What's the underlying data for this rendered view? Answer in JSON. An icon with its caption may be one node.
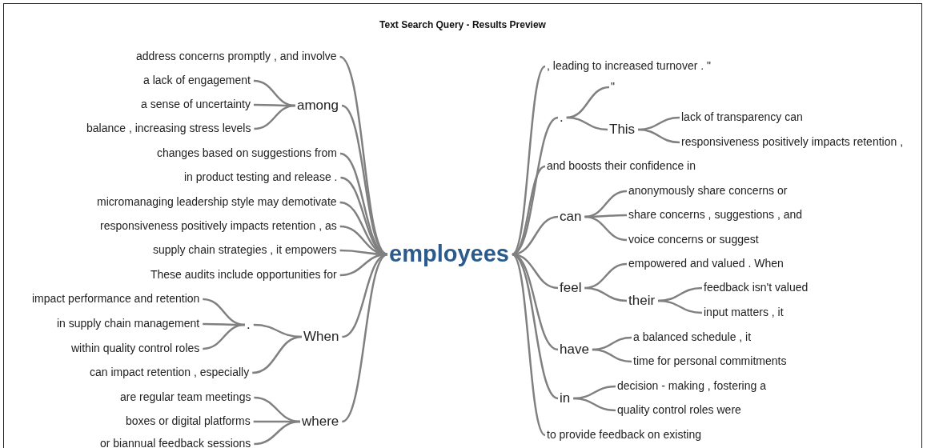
{
  "diagram": {
    "title": "Text Search Query - Results Preview",
    "nodes": [
      {
        "text": [
          "employees"
        ]
      },
      {
        "text": [
          "address concerns promptly , and involve"
        ]
      },
      {
        "text": [
          "among"
        ]
      },
      {
        "text": [
          "a lack of engagement"
        ]
      },
      {
        "text": [
          "a sense of uncertainty"
        ]
      },
      {
        "text": [
          "balance , increasing stress levels"
        ]
      },
      {
        "text": [
          "changes based on suggestions from"
        ]
      },
      {
        "text": [
          "in product testing and release ."
        ]
      },
      {
        "text": [
          "micromanaging leadership style may demotivate"
        ]
      },
      {
        "text": [
          "responsiveness positively impacts retention , as"
        ]
      },
      {
        "text": [
          "supply chain strategies , it empowers"
        ]
      },
      {
        "text": [
          "These audits include opportunities for"
        ]
      },
      {
        "text": [
          "When"
        ]
      },
      {
        "text": [
          "."
        ]
      },
      {
        "text": [
          "impact performance and retention"
        ]
      },
      {
        "text": [
          "in supply chain management"
        ]
      },
      {
        "text": [
          "within quality control roles"
        ]
      },
      {
        "text": [
          "can impact retention , especially"
        ]
      },
      {
        "text": [
          "where"
        ]
      },
      {
        "text": [
          "are regular team meetings"
        ]
      },
      {
        "text": [
          "boxes or digital platforms"
        ]
      },
      {
        "text": [
          "or biannual feedback sessions"
        ]
      },
      {
        "text": [
          ", leading to increased turnover . \""
        ]
      },
      {
        "text": [
          "."
        ]
      },
      {
        "text": [
          "\""
        ]
      },
      {
        "text": [
          "This"
        ]
      },
      {
        "text": [
          "lack of transparency can"
        ]
      },
      {
        "text": [
          "responsiveness positively impacts retention ,"
        ]
      },
      {
        "text": [
          "and boosts their confidence in"
        ]
      },
      {
        "text": [
          "can"
        ]
      },
      {
        "text": [
          "anonymously share concerns or"
        ]
      },
      {
        "text": [
          "share concerns , suggestions , and"
        ]
      },
      {
        "text": [
          "voice concerns or suggest"
        ]
      },
      {
        "text": [
          "feel"
        ]
      },
      {
        "text": [
          "empowered and valued . When"
        ]
      },
      {
        "text": [
          "their"
        ]
      },
      {
        "text": [
          "feedback isn't valued"
        ]
      },
      {
        "text": [
          "input matters , it"
        ]
      },
      {
        "text": [
          "have"
        ]
      },
      {
        "text": [
          "a balanced schedule , it"
        ]
      },
      {
        "text": [
          "time for personal commitments"
        ]
      },
      {
        "text": [
          "in"
        ]
      },
      {
        "text": [
          "decision - making , fostering a"
        ]
      },
      {
        "text": [
          "quality control roles were"
        ]
      },
      {
        "text": [
          "to provide feedback on existing"
        ]
      }
    ],
    "edges": [
      {
        "from": 0,
        "to": 1,
        "arrow": "none"
      },
      {
        "from": 0,
        "to": 2,
        "arrow": "none"
      },
      {
        "from": 2,
        "to": 3,
        "arrow": "none"
      },
      {
        "from": 2,
        "to": 4,
        "arrow": "none"
      },
      {
        "from": 2,
        "to": 5,
        "arrow": "none"
      },
      {
        "from": 0,
        "to": 6,
        "arrow": "none"
      },
      {
        "from": 0,
        "to": 7,
        "arrow": "none"
      },
      {
        "from": 0,
        "to": 8,
        "arrow": "none"
      },
      {
        "from": 0,
        "to": 9,
        "arrow": "none"
      },
      {
        "from": 0,
        "to": 10,
        "arrow": "none"
      },
      {
        "from": 0,
        "to": 11,
        "arrow": "none"
      },
      {
        "from": 0,
        "to": 12,
        "arrow": "none"
      },
      {
        "from": 12,
        "to": 13,
        "arrow": "none"
      },
      {
        "from": 13,
        "to": 14,
        "arrow": "none"
      },
      {
        "from": 13,
        "to": 15,
        "arrow": "none"
      },
      {
        "from": 13,
        "to": 16,
        "arrow": "none"
      },
      {
        "from": 12,
        "to": 17,
        "arrow": "none"
      },
      {
        "from": 0,
        "to": 18,
        "arrow": "none"
      },
      {
        "from": 18,
        "to": 19,
        "arrow": "none"
      },
      {
        "from": 18,
        "to": 20,
        "arrow": "none"
      },
      {
        "from": 18,
        "to": 21,
        "arrow": "none"
      },
      {
        "from": 0,
        "to": 22,
        "arrow": "none"
      },
      {
        "from": 0,
        "to": 23,
        "arrow": "none"
      },
      {
        "from": 23,
        "to": 24,
        "arrow": "none"
      },
      {
        "from": 23,
        "to": 25,
        "arrow": "none"
      },
      {
        "from": 25,
        "to": 26,
        "arrow": "none"
      },
      {
        "from": 25,
        "to": 27,
        "arrow": "none"
      },
      {
        "from": 0,
        "to": 28,
        "arrow": "none"
      },
      {
        "from": 0,
        "to": 29,
        "arrow": "none"
      },
      {
        "from": 29,
        "to": 30,
        "arrow": "none"
      },
      {
        "from": 29,
        "to": 31,
        "arrow": "none"
      },
      {
        "from": 29,
        "to": 32,
        "arrow": "none"
      },
      {
        "from": 0,
        "to": 33,
        "arrow": "none"
      },
      {
        "from": 33,
        "to": 34,
        "arrow": "none"
      },
      {
        "from": 33,
        "to": 35,
        "arrow": "none"
      },
      {
        "from": 35,
        "to": 36,
        "arrow": "none"
      },
      {
        "from": 35,
        "to": 37,
        "arrow": "none"
      },
      {
        "from": 0,
        "to": 38,
        "arrow": "none"
      },
      {
        "from": 38,
        "to": 39,
        "arrow": "none"
      },
      {
        "from": 38,
        "to": 40,
        "arrow": "none"
      },
      {
        "from": 0,
        "to": 41,
        "arrow": "none"
      },
      {
        "from": 41,
        "to": 42,
        "arrow": "none"
      },
      {
        "from": 41,
        "to": 43,
        "arrow": "none"
      },
      {
        "from": 0,
        "to": 44,
        "arrow": "none"
      }
    ]
  }
}
